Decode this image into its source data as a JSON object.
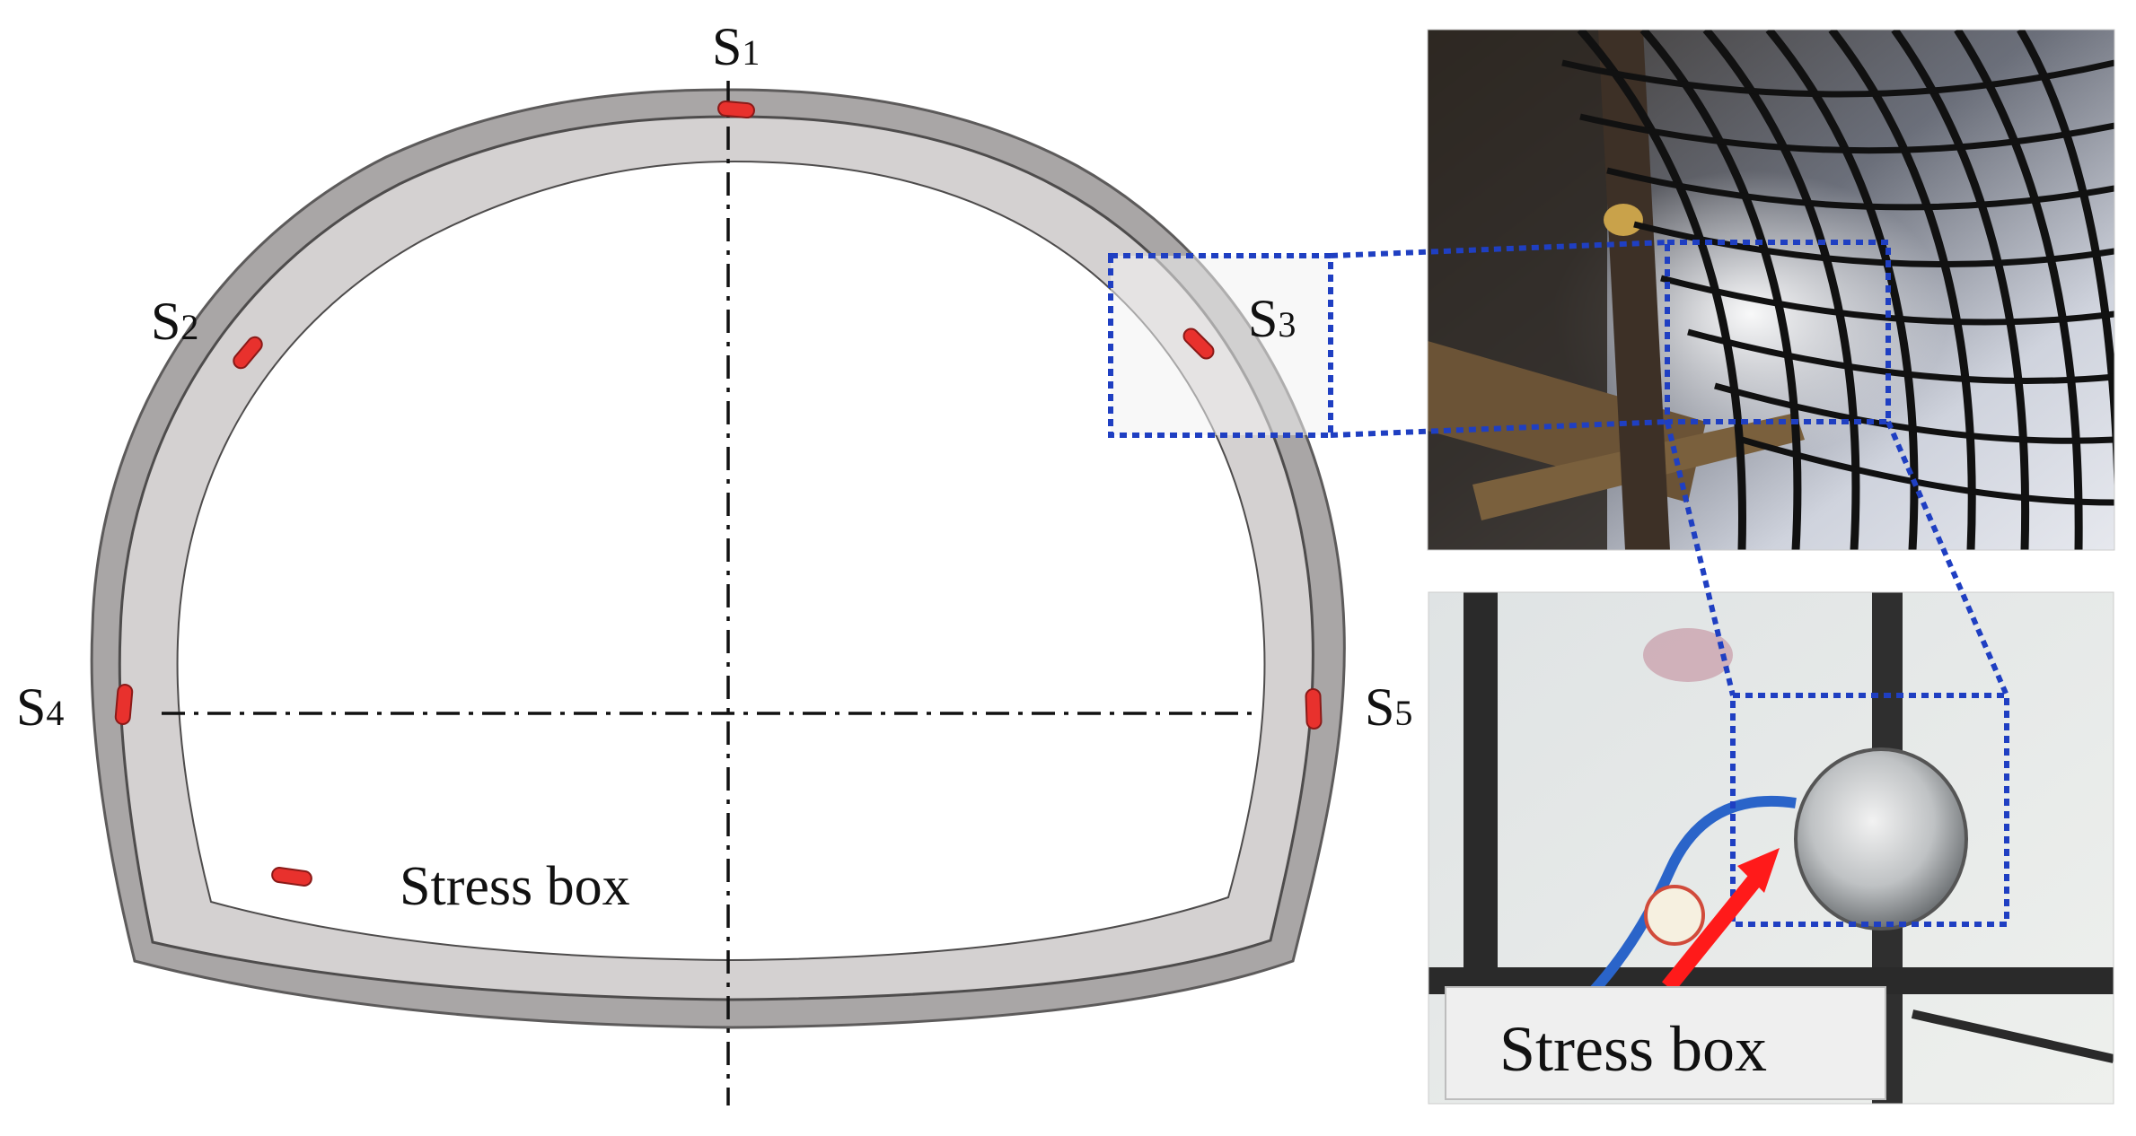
{
  "sensors": {
    "s1": {
      "letter": "S",
      "sub": "1"
    },
    "s2": {
      "letter": "S",
      "sub": "2"
    },
    "s3": {
      "letter": "S",
      "sub": "3"
    },
    "s4": {
      "letter": "S",
      "sub": "4"
    },
    "s5": {
      "letter": "S",
      "sub": "5"
    }
  },
  "legend": {
    "label": "Stress box"
  },
  "photo_caption": "Stress box",
  "colors": {
    "outer_lining": "#a9a6a6",
    "inner_lining": "#d4d1d1",
    "lining_edge": "#5d5b5b",
    "stress_box": "#e8312d",
    "callout_frame": "#1f3fc2",
    "arrow": "#ff1a1a"
  },
  "icons": {
    "stress_box_marker": "red-capsule-icon",
    "pointer": "red-arrow-icon"
  }
}
